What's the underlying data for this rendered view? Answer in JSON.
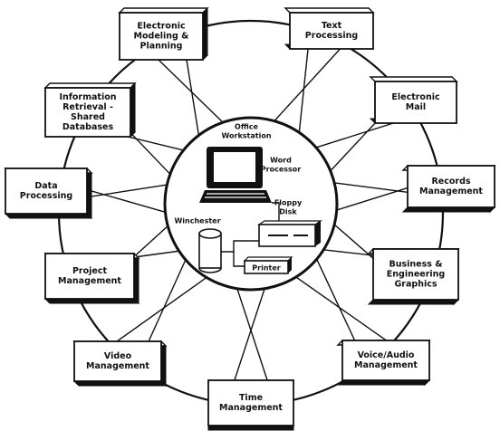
{
  "center": {
    "title_lines": [
      "Office",
      "Workstation"
    ],
    "word_processor_lines": [
      "Word",
      "Processor"
    ],
    "floppy_disk_lines": [
      "Floppy",
      "Disk"
    ],
    "winchester": "Winchester",
    "printer": "Printer"
  },
  "applications": [
    {
      "key": "electronic-modeling-planning",
      "lines": [
        "Electronic",
        "Modeling &",
        "Planning"
      ]
    },
    {
      "key": "text-processing",
      "lines": [
        "Text",
        "Processing"
      ]
    },
    {
      "key": "electronic-mail",
      "lines": [
        "Electronic",
        "Mail"
      ]
    },
    {
      "key": "records-management",
      "lines": [
        "Records",
        "Management"
      ]
    },
    {
      "key": "business-engineering-graphics",
      "lines": [
        "Business &",
        "Engineering",
        "Graphics"
      ]
    },
    {
      "key": "voice-audio-management",
      "lines": [
        "Voice/Audio",
        "Management"
      ]
    },
    {
      "key": "time-management",
      "lines": [
        "Time",
        "Management"
      ]
    },
    {
      "key": "video-management",
      "lines": [
        "Video",
        "Management"
      ]
    },
    {
      "key": "project-management",
      "lines": [
        "Project",
        "Management"
      ]
    },
    {
      "key": "data-processing",
      "lines": [
        "Data",
        "Processing"
      ]
    },
    {
      "key": "information-retrieval",
      "lines": [
        "Information",
        "Retrieval -",
        "Shared",
        "Databases"
      ]
    }
  ]
}
